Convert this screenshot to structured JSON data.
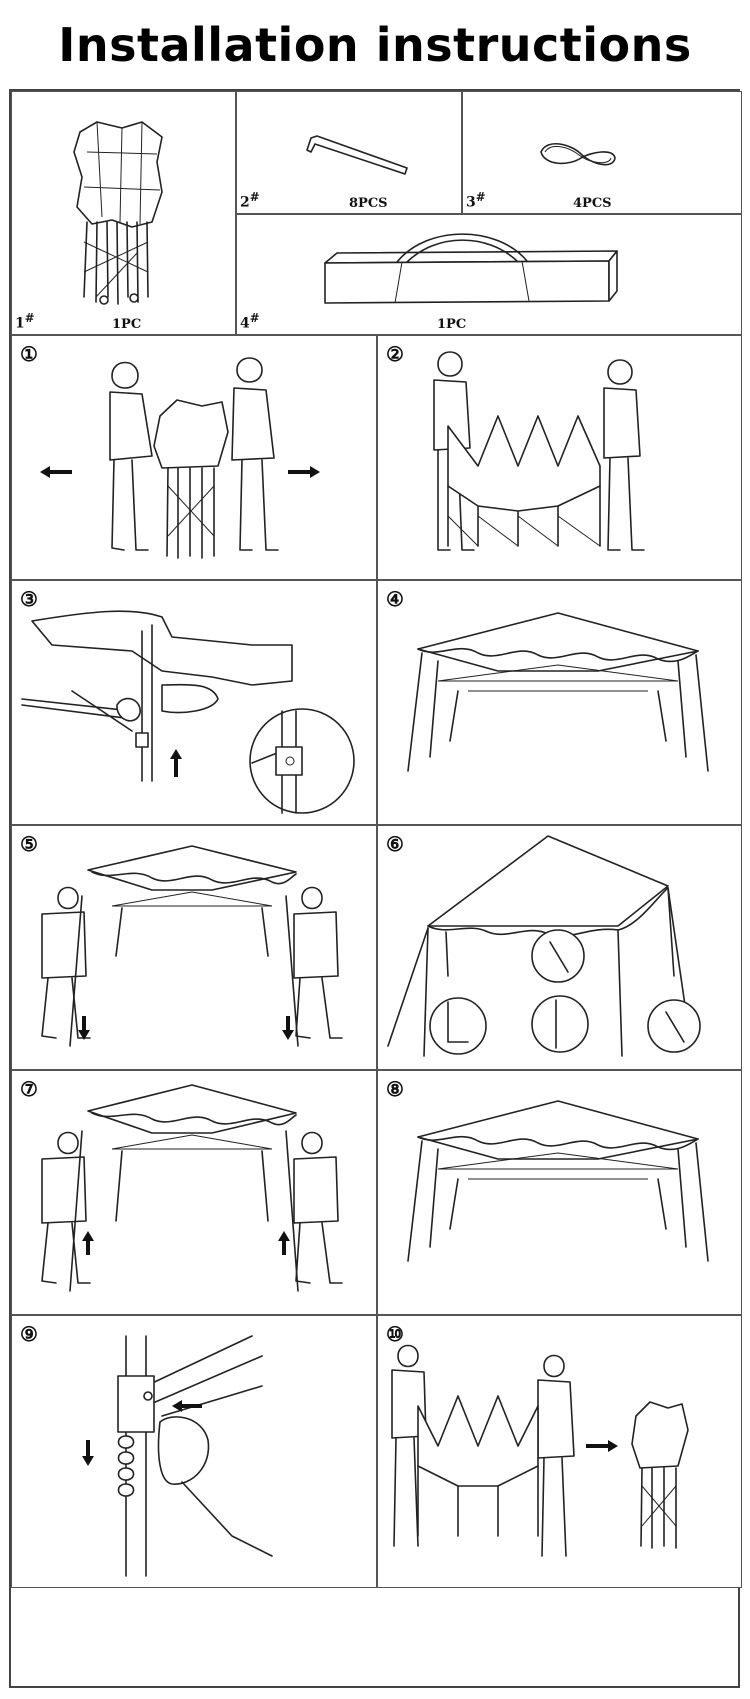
{
  "page_title": "Installation instructions",
  "parts": [
    {
      "number": "1",
      "mark": "#",
      "quantity": "1PC",
      "item": "folded gazebo frame with canopy"
    },
    {
      "number": "2",
      "mark": "#",
      "quantity": "8PCS",
      "item": "ground stake"
    },
    {
      "number": "3",
      "mark": "#",
      "quantity": "4PCS",
      "item": "rope"
    },
    {
      "number": "4",
      "mark": "#",
      "quantity": "1PC",
      "item": "carry bag"
    }
  ],
  "steps": [
    {
      "label": "①"
    },
    {
      "label": "②"
    },
    {
      "label": "③"
    },
    {
      "label": "④"
    },
    {
      "label": "⑤"
    },
    {
      "label": "⑥"
    },
    {
      "label": "⑦"
    },
    {
      "label": "⑧"
    },
    {
      "label": "⑨"
    },
    {
      "label": "⑩"
    }
  ],
  "icons": [
    "arrow-left-icon",
    "arrow-right-icon",
    "arrow-up-icon",
    "arrow-down-icon"
  ]
}
